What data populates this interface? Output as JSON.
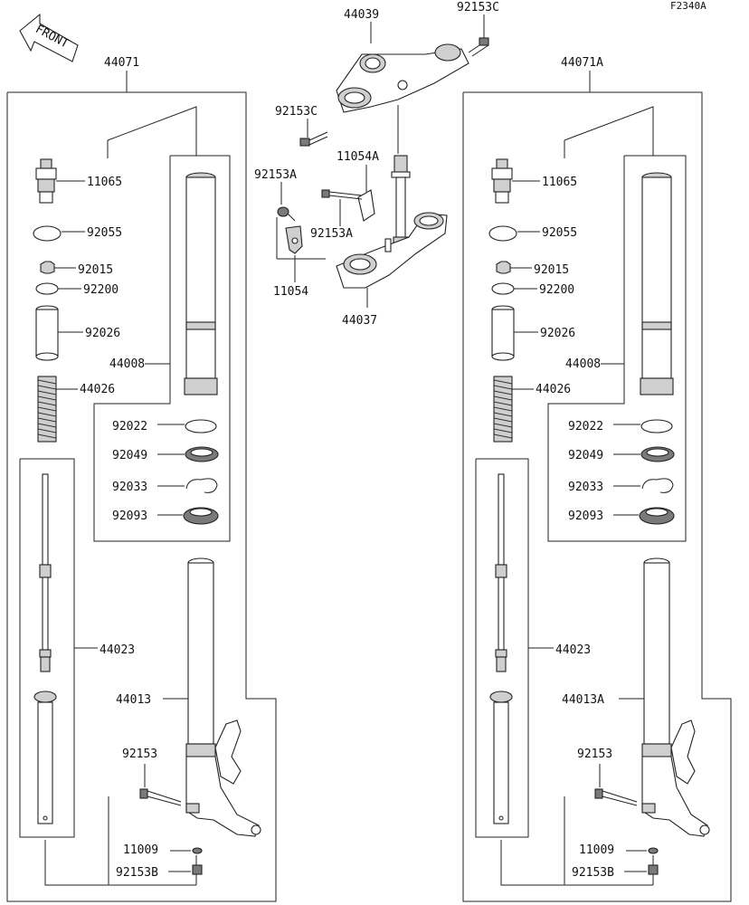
{
  "figure_code": "F2340A",
  "front_label": "FRONT",
  "top": {
    "upper_bracket": "44039",
    "upper_bolt": "92153C",
    "upper_bolt_left": "92153C",
    "stem": "11054A",
    "bolt_a_top": "92153A",
    "bolt_a_mid": "92153A",
    "bracket": "11054",
    "lower_bracket": "44037"
  },
  "left": {
    "assembly": "44071",
    "parts": {
      "cap": "11065",
      "oring": "92055",
      "nut": "92015",
      "washer": "92200",
      "collar": "92026",
      "spring": "44026",
      "tube": "44008",
      "seal1": "92022",
      "seal2": "92049",
      "clip": "92033",
      "dust": "92093",
      "damper": "44023",
      "outer": "44013",
      "bolt": "92153",
      "gasket": "11009",
      "drain": "92153B"
    }
  },
  "right": {
    "assembly": "44071A",
    "parts": {
      "cap": "11065",
      "oring": "92055",
      "nut": "92015",
      "washer": "92200",
      "collar": "92026",
      "spring": "44026",
      "tube": "44008",
      "seal1": "92022",
      "seal2": "92049",
      "clip": "92033",
      "dust": "92093",
      "damper": "44023",
      "outer": "44013A",
      "bolt": "92153",
      "gasket": "11009",
      "drain": "92153B"
    }
  }
}
